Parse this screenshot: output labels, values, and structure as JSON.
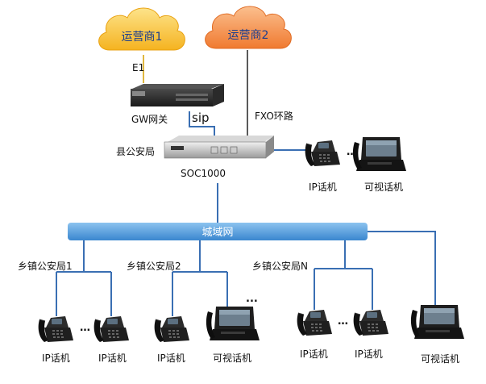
{
  "clouds": {
    "carrier1": "运营商1",
    "carrier2": "运营商2"
  },
  "labels": {
    "e1": "E1",
    "gw": "GW网关",
    "sip": "sip",
    "fxo": "FXO环路",
    "county": "县公安局",
    "soc": "SOC1000",
    "metro": "城域网",
    "town1": "乡镇公安局1",
    "town2": "乡镇公安局2",
    "townN": "乡镇公安局N",
    "ellipsis": "…",
    "ellipsis3": "..."
  },
  "phones": {
    "top_ip": "IP话机",
    "top_video": "可视话机",
    "b1": "IP话机",
    "b2": "IP话机",
    "b3": "IP话机",
    "b4": "可视话机",
    "b5": "IP话机",
    "b6": "IP话机",
    "b7": "可视话机"
  },
  "colors": {
    "carrier1_cloud": "#f5b320",
    "carrier2_cloud": "#f07a30",
    "bus": "#4d96d8",
    "link": "#3a6fb3",
    "e1_link": "#e0b840"
  }
}
